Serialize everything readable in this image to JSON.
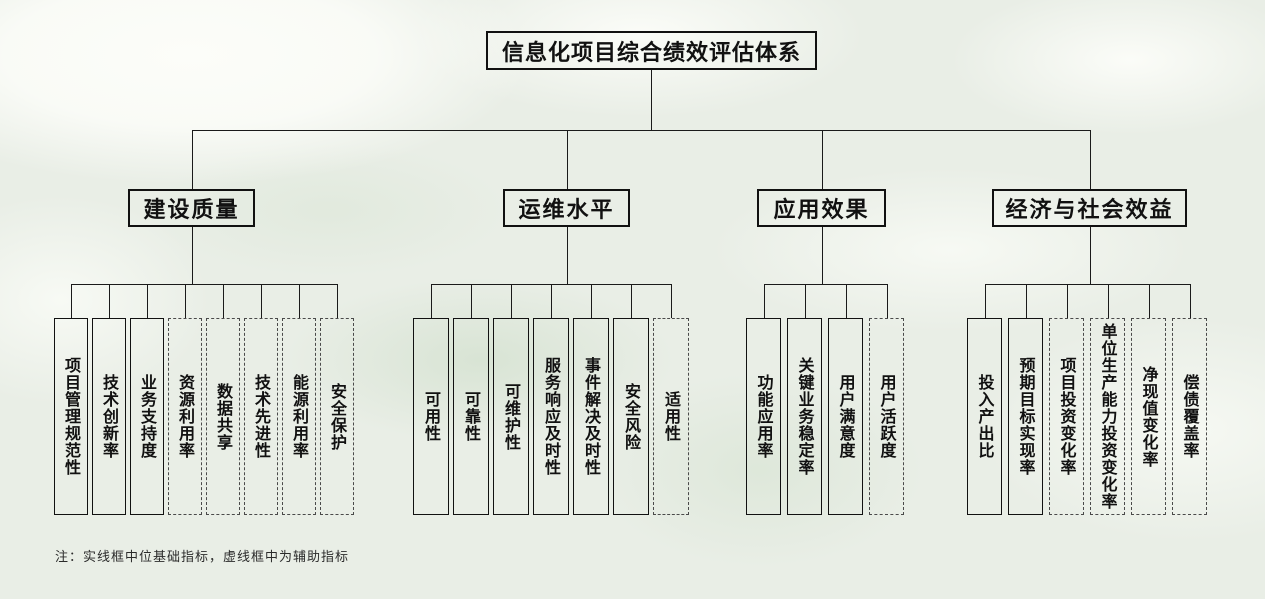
{
  "title": "信息化项目综合绩效评估体系",
  "note": "注：实线框中位基础指标，虚线框中为辅助指标",
  "colors": {
    "background": "#e9eee6",
    "line": "#1a1a1a",
    "solid_border": "#111111",
    "dashed_border": "#4a4a4a",
    "text": "#111111"
  },
  "branches": [
    {
      "label": "建设质量",
      "children": [
        {
          "label": "项目管理规范性",
          "frame": "solid"
        },
        {
          "label": "技术创新率",
          "frame": "solid"
        },
        {
          "label": "业务支持度",
          "frame": "solid"
        },
        {
          "label": "资源利用率",
          "frame": "dashed"
        },
        {
          "label": "数据共享",
          "frame": "dashed"
        },
        {
          "label": "技术先进性",
          "frame": "dashed"
        },
        {
          "label": "能源利用率",
          "frame": "dashed"
        },
        {
          "label": "安全保护",
          "frame": "dashed"
        }
      ]
    },
    {
      "label": "运维水平",
      "children": [
        {
          "label": "可用性",
          "frame": "solid"
        },
        {
          "label": "可靠性",
          "frame": "solid"
        },
        {
          "label": "可维护性",
          "frame": "solid"
        },
        {
          "label": "服务响应及时性",
          "frame": "solid"
        },
        {
          "label": "事件解决及时性",
          "frame": "solid"
        },
        {
          "label": "安全风险",
          "frame": "solid"
        },
        {
          "label": "适用性",
          "frame": "dashed"
        }
      ]
    },
    {
      "label": "应用效果",
      "children": [
        {
          "label": "功能应用率",
          "frame": "solid"
        },
        {
          "label": "关键业务稳定率",
          "frame": "solid"
        },
        {
          "label": "用户满意度",
          "frame": "solid"
        },
        {
          "label": "用户活跃度",
          "frame": "dashed"
        }
      ]
    },
    {
      "label": "经济与社会效益",
      "children": [
        {
          "label": "投入产出比",
          "frame": "solid"
        },
        {
          "label": "预期目标实现率",
          "frame": "solid"
        },
        {
          "label": "项目投资变化率",
          "frame": "dashed"
        },
        {
          "label": "单位生产能力投资变化率",
          "frame": "dashed"
        },
        {
          "label": "净现值变化率",
          "frame": "dashed"
        },
        {
          "label": "偿债覆盖率",
          "frame": "dashed"
        }
      ]
    }
  ]
}
